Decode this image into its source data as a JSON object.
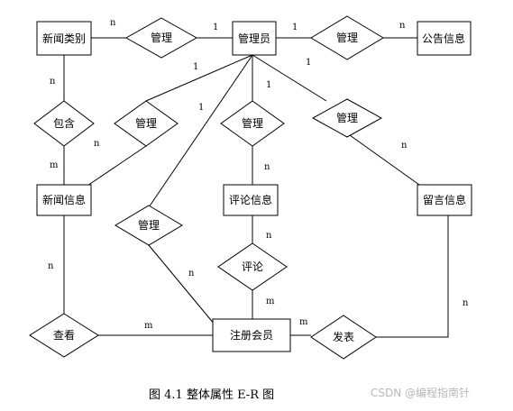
{
  "diagram": {
    "entities": {
      "news_category": "新闻类别",
      "admin": "管理员",
      "announcement": "公告信息",
      "news_info": "新闻信息",
      "comment_info": "评论信息",
      "message_info": "留言信息",
      "registered_member": "注册会员"
    },
    "relationships": {
      "manage_category": "管理",
      "manage_announcement": "管理",
      "contains": "包含",
      "manage_news": "管理",
      "manage_comment": "管理",
      "manage_message": "管理",
      "manage_member": "管理",
      "comment": "评论",
      "view": "查看",
      "publish": "发表"
    },
    "cardinalities": {
      "cat_manage_n": "n",
      "admin_cat_1": "1",
      "admin_ann_1": "1",
      "ann_manage_n": "n",
      "admin_news_1": "1",
      "admin_member_1": "1",
      "admin_comment_1": "1",
      "admin_message_1": "1",
      "cat_contains_n": "n",
      "contains_news_m": "m",
      "news_manage_n": "n",
      "comment_manage_n": "n",
      "message_manage_n": "n",
      "news_view_n": "n",
      "member_manage_n": "n",
      "comment_rel_n": "n",
      "member_comment_m": "m",
      "view_member_m": "m",
      "member_publish_m": "m",
      "message_publish_n": "n"
    },
    "caption": "图 4.1  整体属性 E-R 图",
    "watermark": "CSDN @编程指南针"
  }
}
